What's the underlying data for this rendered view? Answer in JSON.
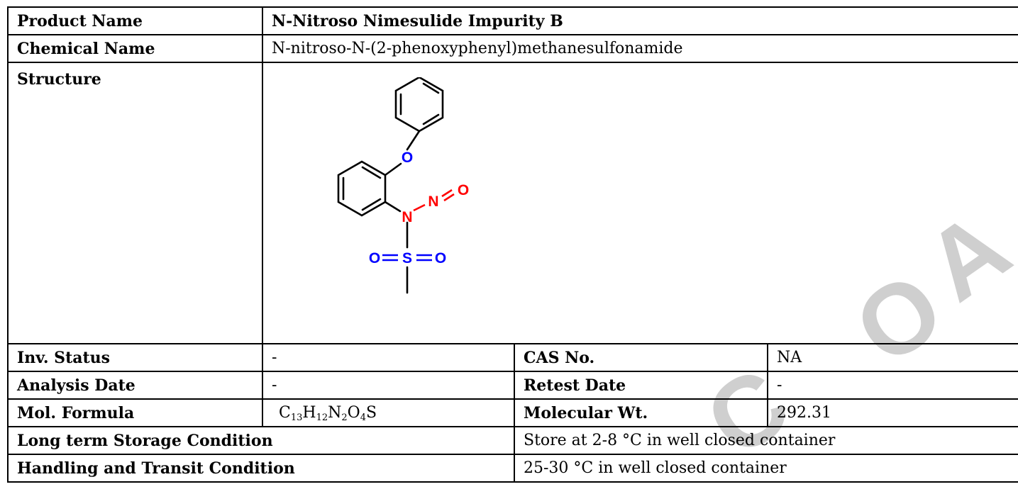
{
  "product_name": {
    "label": "Product Name",
    "value": "N-Nitroso Nimesulide Impurity B"
  },
  "chemical_name": {
    "label": "Chemical Name",
    "value": "N-nitroso-N-(2-phenoxyphenyl)methanesulfonamide"
  },
  "structure": {
    "label": "Structure",
    "atoms": {
      "oxygen_ether": "O",
      "nitrogen_amide": "N",
      "nitrogen_nitroso": "N",
      "oxygen_nitroso": "O",
      "sulfur": "S",
      "oxygen_sulfonyl_left": "O",
      "oxygen_sulfonyl_right": "O"
    },
    "colors": {
      "bond": "#000000",
      "oxygen_blue": "#0000ff",
      "nitroso_red": "#ff0000"
    }
  },
  "inv_status": {
    "label": "Inv. Status",
    "value": "-"
  },
  "cas_no": {
    "label": "CAS No.",
    "value": "NA"
  },
  "analysis_date": {
    "label": "Analysis Date",
    "value": "-"
  },
  "retest_date": {
    "label": "Retest Date",
    "value": "-"
  },
  "mol_formula": {
    "label": "Mol. Formula",
    "parts": [
      {
        "el": "C",
        "n": "13"
      },
      {
        "el": "H",
        "n": "12"
      },
      {
        "el": "N",
        "n": "2"
      },
      {
        "el": "O",
        "n": "4"
      },
      {
        "el": "S",
        "n": ""
      }
    ]
  },
  "molecular_wt": {
    "label": "Molecular Wt.",
    "value": "292.31"
  },
  "long_term_storage": {
    "label": "Long term Storage Condition",
    "value": "Store at 2-8 °C in well closed container"
  },
  "handling_transit": {
    "label": "Handling and Transit Condition",
    "value": "25-30 °C in well closed container"
  },
  "watermark": {
    "text": "C O A",
    "color": "#cfcfcf"
  }
}
